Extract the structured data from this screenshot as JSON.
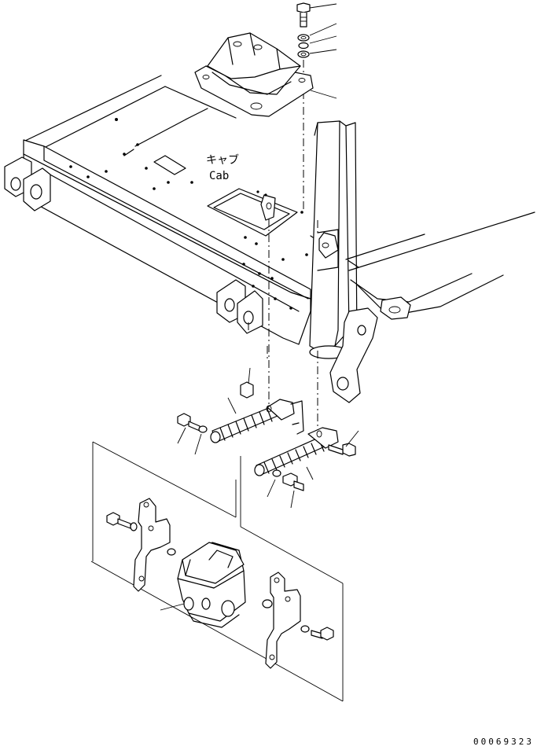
{
  "labels": {
    "cab_jp": "キャブ",
    "cab_en": "Cab",
    "drawing_number": "00069323"
  }
}
